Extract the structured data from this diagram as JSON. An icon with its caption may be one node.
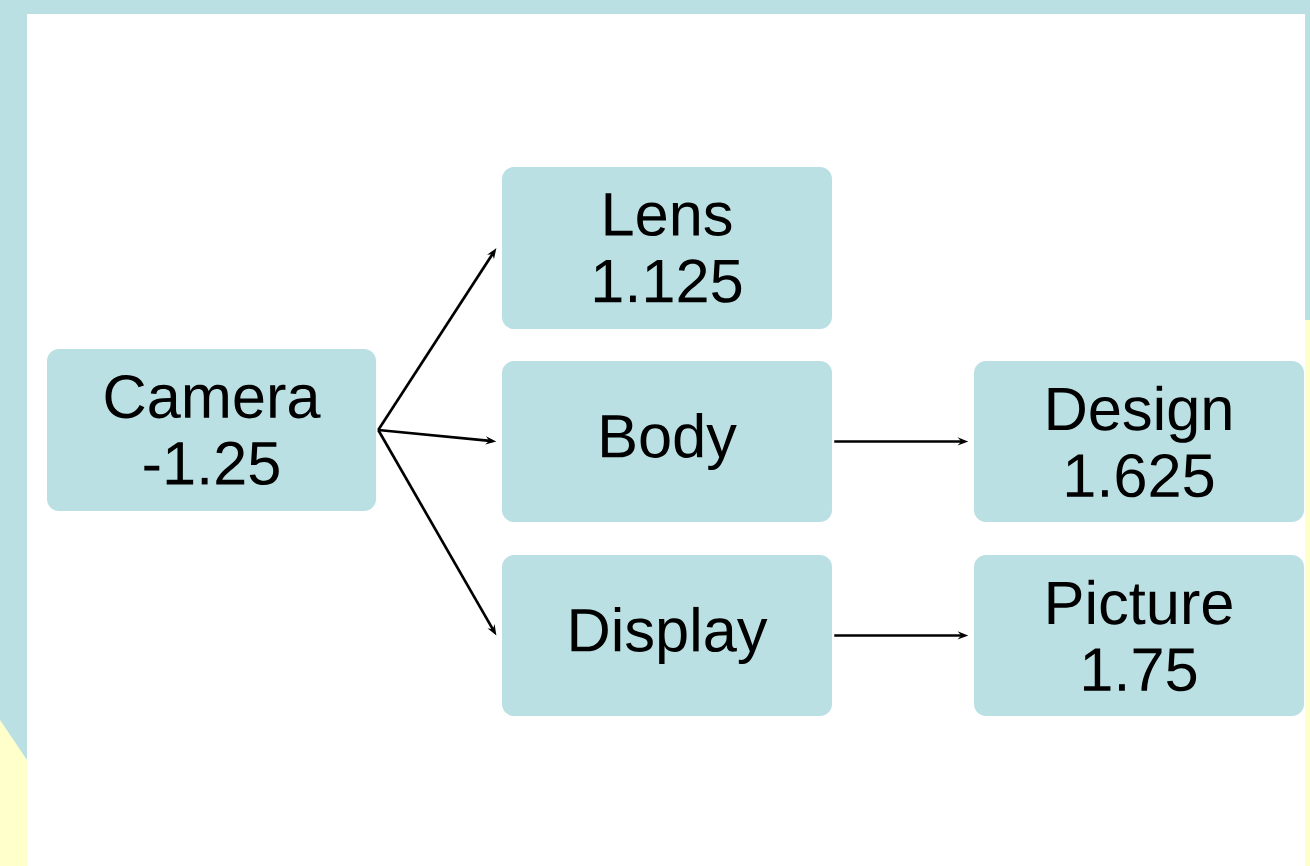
{
  "diagram": {
    "nodes": [
      {
        "text": [
          "Camera",
          "-1.25"
        ]
      },
      {
        "text": [
          "Lens",
          "1.125"
        ]
      },
      {
        "text": [
          "Body"
        ]
      },
      {
        "text": [
          "Display"
        ]
      },
      {
        "text": [
          "Design",
          "1.625"
        ]
      },
      {
        "text": [
          "Picture",
          "1.75"
        ]
      }
    ],
    "edges": [
      {
        "from": 0,
        "to": 1,
        "arrow": "to"
      },
      {
        "from": 0,
        "to": 2,
        "arrow": "to"
      },
      {
        "from": 0,
        "to": 3,
        "arrow": "to"
      },
      {
        "from": 2,
        "to": 4,
        "arrow": "to"
      },
      {
        "from": 3,
        "to": 5,
        "arrow": "to"
      }
    ]
  }
}
